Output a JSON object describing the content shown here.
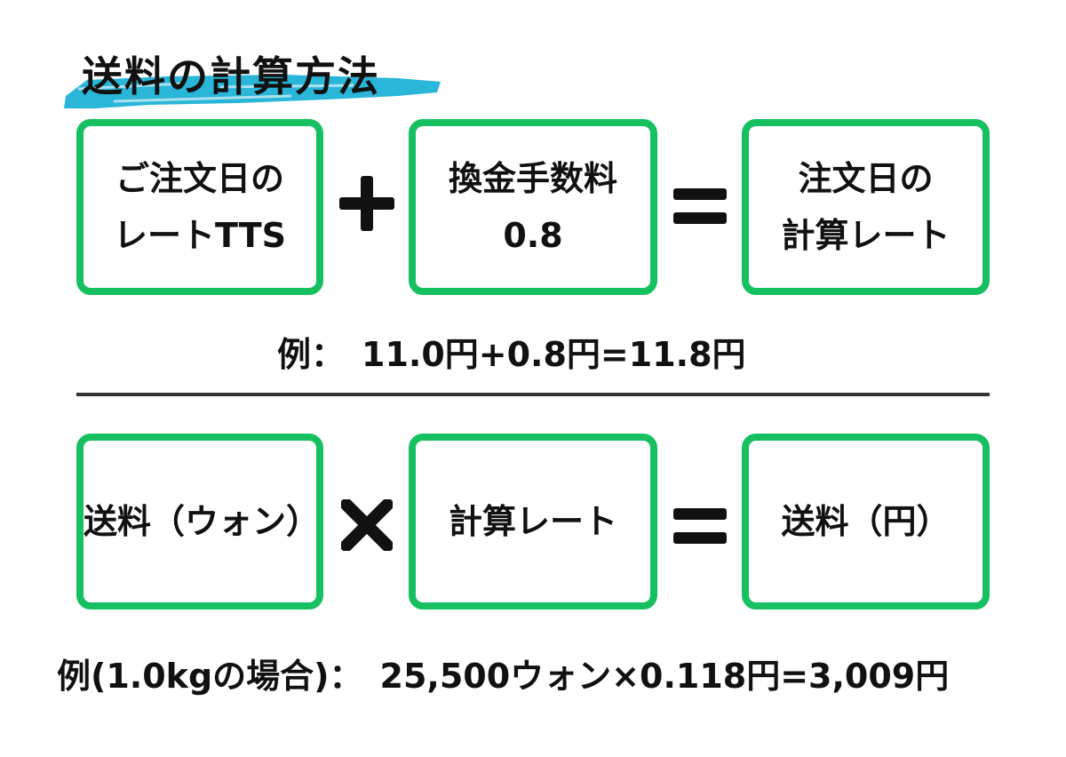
{
  "title": "送料の計算方法",
  "colors": {
    "box_border": "#16c060",
    "brush": "#29b6d8",
    "text": "#111111",
    "divider": "#333333"
  },
  "formula1": {
    "box1": {
      "line1": "ご注文日の",
      "line2": "レートTTS"
    },
    "operator1": "plus-icon",
    "box2": {
      "line1": "換金手数料",
      "line2": "0.8"
    },
    "operator2": "equals-icon",
    "box3": {
      "line1": "注文日の",
      "line2": "計算レート"
    },
    "example": "例：　11.0円+0.8円=11.8円"
  },
  "formula2": {
    "box1": "送料（ウォン）",
    "operator1": "multiply-icon",
    "box2": "計算レート",
    "operator2": "equals-icon",
    "box3": "送料（円）",
    "example": "例(1.0kgの場合)：　25,500ウォン×0.118円=3,009円"
  }
}
